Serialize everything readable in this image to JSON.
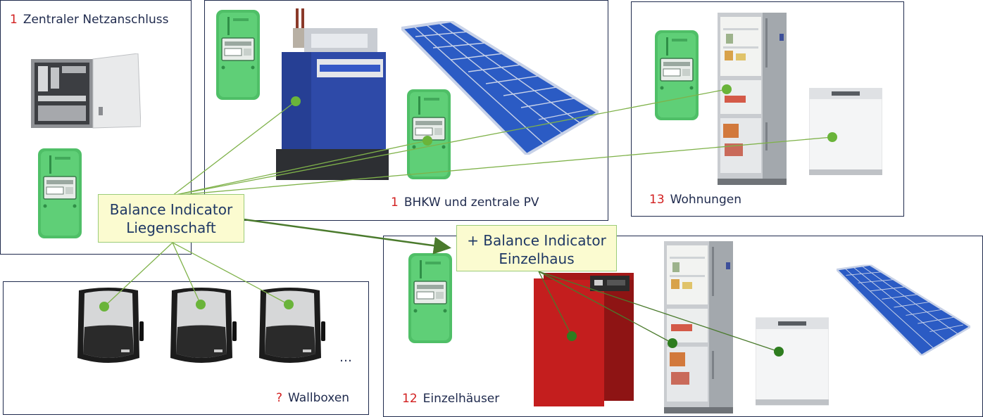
{
  "panels": {
    "netz": {
      "num": "1",
      "label": "Zentraler Netzanschluss"
    },
    "bhkw": {
      "num": "1",
      "label": "BHKW und zentrale PV"
    },
    "wohn": {
      "num": "13",
      "label": "Wohnungen"
    },
    "wall": {
      "num": "?",
      "label": "Wallboxen",
      "more": "…"
    },
    "einzel": {
      "num": "12",
      "label": "Einzelhäuser"
    }
  },
  "callouts": {
    "liegenschaft": {
      "line1": "Balance Indicator",
      "line2": "Liegenschaft"
    },
    "einzelhaus": {
      "line1": "+ Balance Indicator",
      "line2": "Einzelhaus"
    }
  },
  "colors": {
    "frame": "#1f2a4d",
    "number": "#d21f1f",
    "wire": "#7fb24a",
    "dot": "#6ab43a",
    "dot_dark": "#2e7d1f",
    "arrow": "#4a7a2c",
    "callout_fill": "#fbfbd0"
  },
  "icons": [
    "meter-icon",
    "distribution-cabinet-icon",
    "chp-unit-icon",
    "solar-panel-icon",
    "fridge-icon",
    "dishwasher-icon",
    "wallbox-icon",
    "boiler-icon"
  ]
}
